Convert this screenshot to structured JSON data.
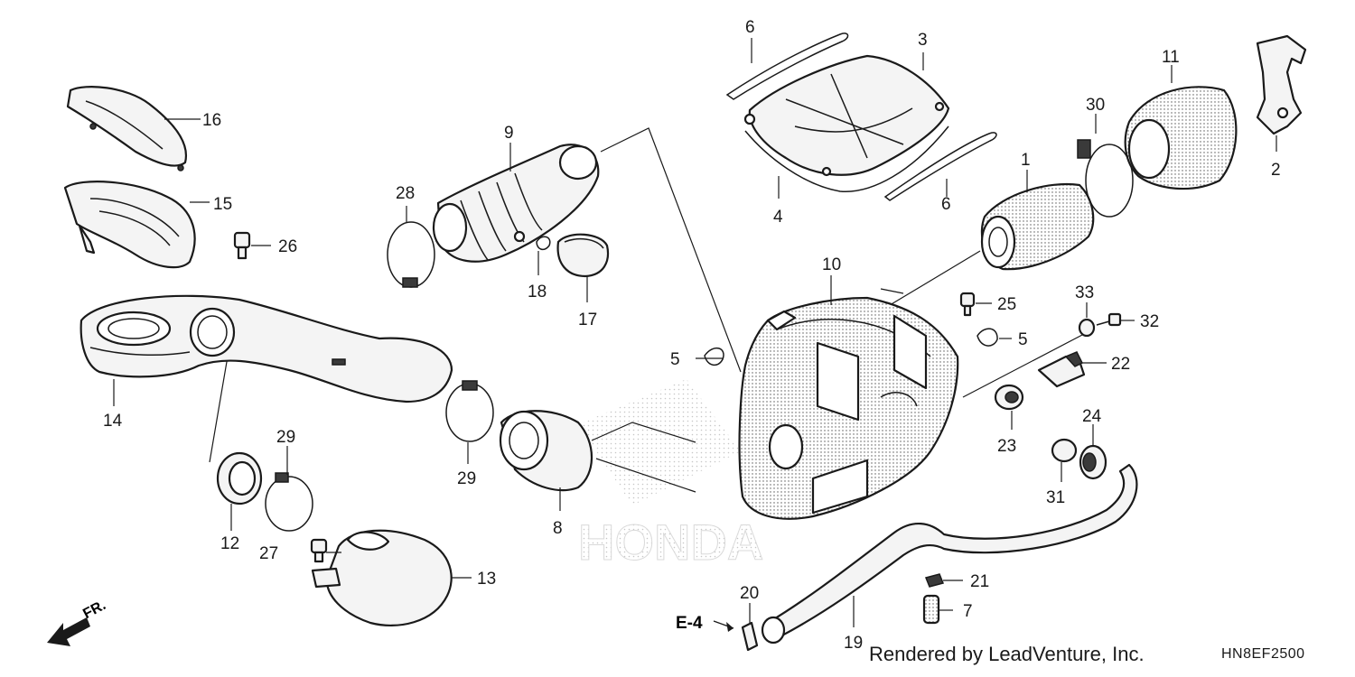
{
  "diagram": {
    "callouts": [
      "1",
      "2",
      "3",
      "4",
      "5",
      "5",
      "6",
      "6",
      "7",
      "8",
      "9",
      "10",
      "11",
      "12",
      "13",
      "14",
      "15",
      "16",
      "17",
      "18",
      "19",
      "20",
      "21",
      "22",
      "23",
      "24",
      "25",
      "26",
      "27",
      "28",
      "29",
      "29",
      "30",
      "31",
      "32",
      "33"
    ],
    "reference": "E-4",
    "direction": "FR.",
    "credit": "Rendered by LeadVenture, Inc.",
    "diagram_code": "HN8EF2500",
    "watermark": "HONDA"
  }
}
